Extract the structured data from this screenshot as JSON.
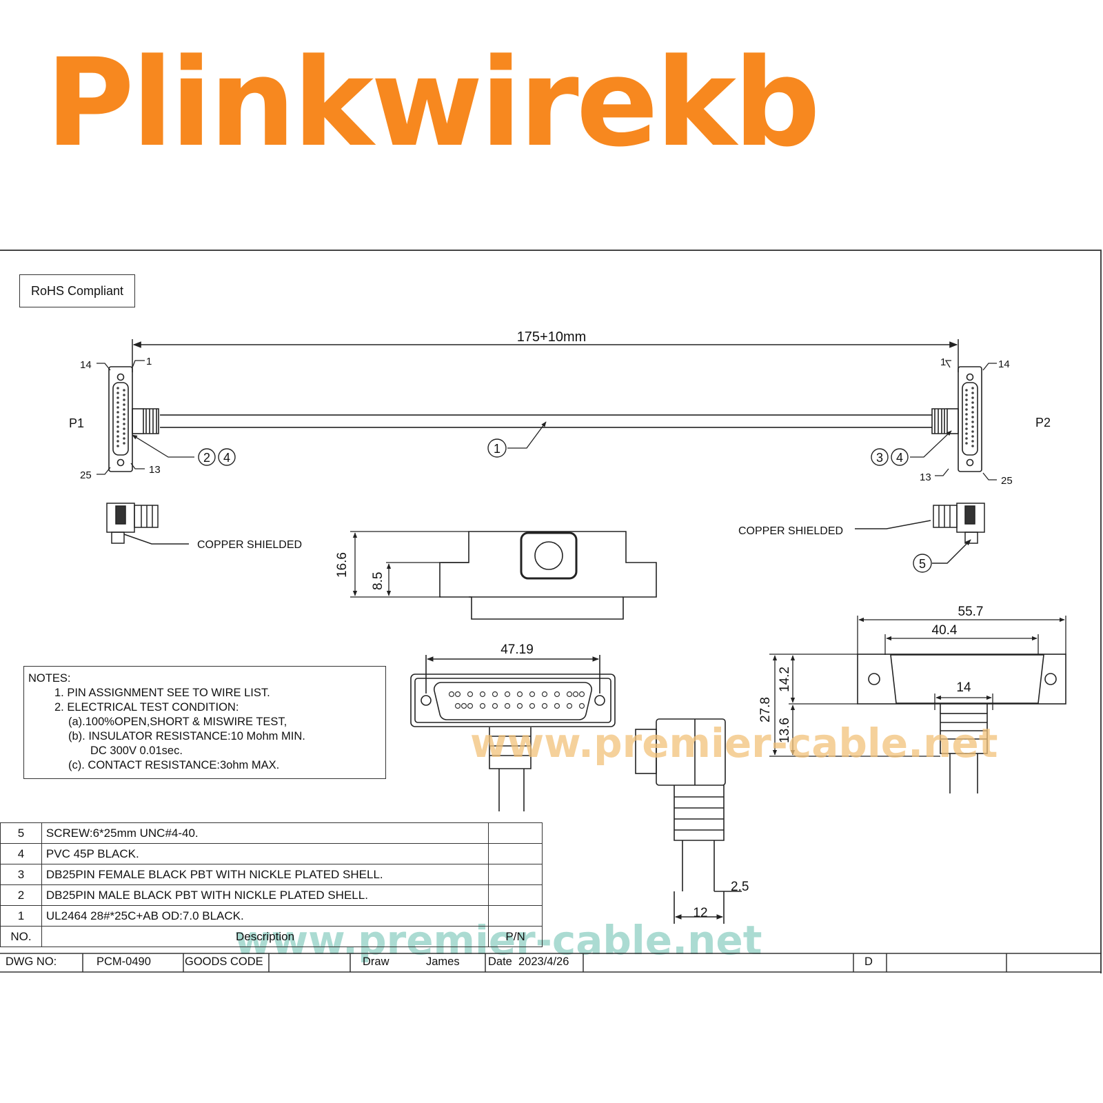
{
  "brand": "Plinkwirekb",
  "rohs": "RoHS Compliant",
  "dims": {
    "length": "175+10mm",
    "d_16_6": "16.6",
    "d_8_5": "8.5",
    "d_47_19": "47.19",
    "d_55_7": "55.7",
    "d_40_4": "40.4",
    "d_14a": "14",
    "d_14_2": "14.2",
    "d_27_8": "27.8",
    "d_13_6": "13.6",
    "d_2_5": "2.5",
    "d_12": "12"
  },
  "connectors": {
    "p1": "P1",
    "p2": "P2",
    "pins": {
      "a": "14",
      "b": "1",
      "c": "25",
      "d": "13"
    }
  },
  "balloons": [
    "1",
    "2",
    "3",
    "4",
    "5"
  ],
  "copper_left": "COPPER SHIELDED",
  "copper_right": "COPPER SHIELDED",
  "notes": {
    "title": "NOTES:",
    "lines": [
      "1. PIN ASSIGNMENT SEE TO WIRE LIST.",
      "2. ELECTRICAL TEST CONDITION:",
      "(a).100%OPEN,SHORT & MISWIRE TEST,",
      "(b). INSULATOR RESISTANCE:10 Mohm MIN.",
      "DC 300V 0.01sec.",
      "(c). CONTACT RESISTANCE:3ohm MAX."
    ]
  },
  "bom": {
    "rows": [
      {
        "no": "5",
        "desc": "SCREW:6*25mm UNC#4-40."
      },
      {
        "no": "4",
        "desc": "PVC 45P BLACK."
      },
      {
        "no": "3",
        "desc": "DB25PIN FEMALE BLACK PBT WITH NICKLE PLATED SHELL."
      },
      {
        "no": "2",
        "desc": "DB25PIN MALE BLACK PBT WITH NICKLE PLATED SHELL."
      },
      {
        "no": "1",
        "desc": "UL2464 28#*25C+AB OD:7.0  BLACK."
      }
    ],
    "header": {
      "no": "NO.",
      "desc": "Description",
      "pn": "P/N"
    }
  },
  "title_block": {
    "dwg_label": "DWG NO:",
    "dwg_value": "PCM-0490",
    "goods_label": "GOODS CODE",
    "draw_label": "Draw",
    "draw_value": "James",
    "date_label": "Date",
    "date_value": "2023/4/26",
    "rev": "D"
  },
  "watermark": "www.premier-cable.net",
  "colors": {
    "brand": "#f7881f",
    "watermark_orange": "#f2c27a",
    "watermark_teal": "#8fd0c4"
  }
}
